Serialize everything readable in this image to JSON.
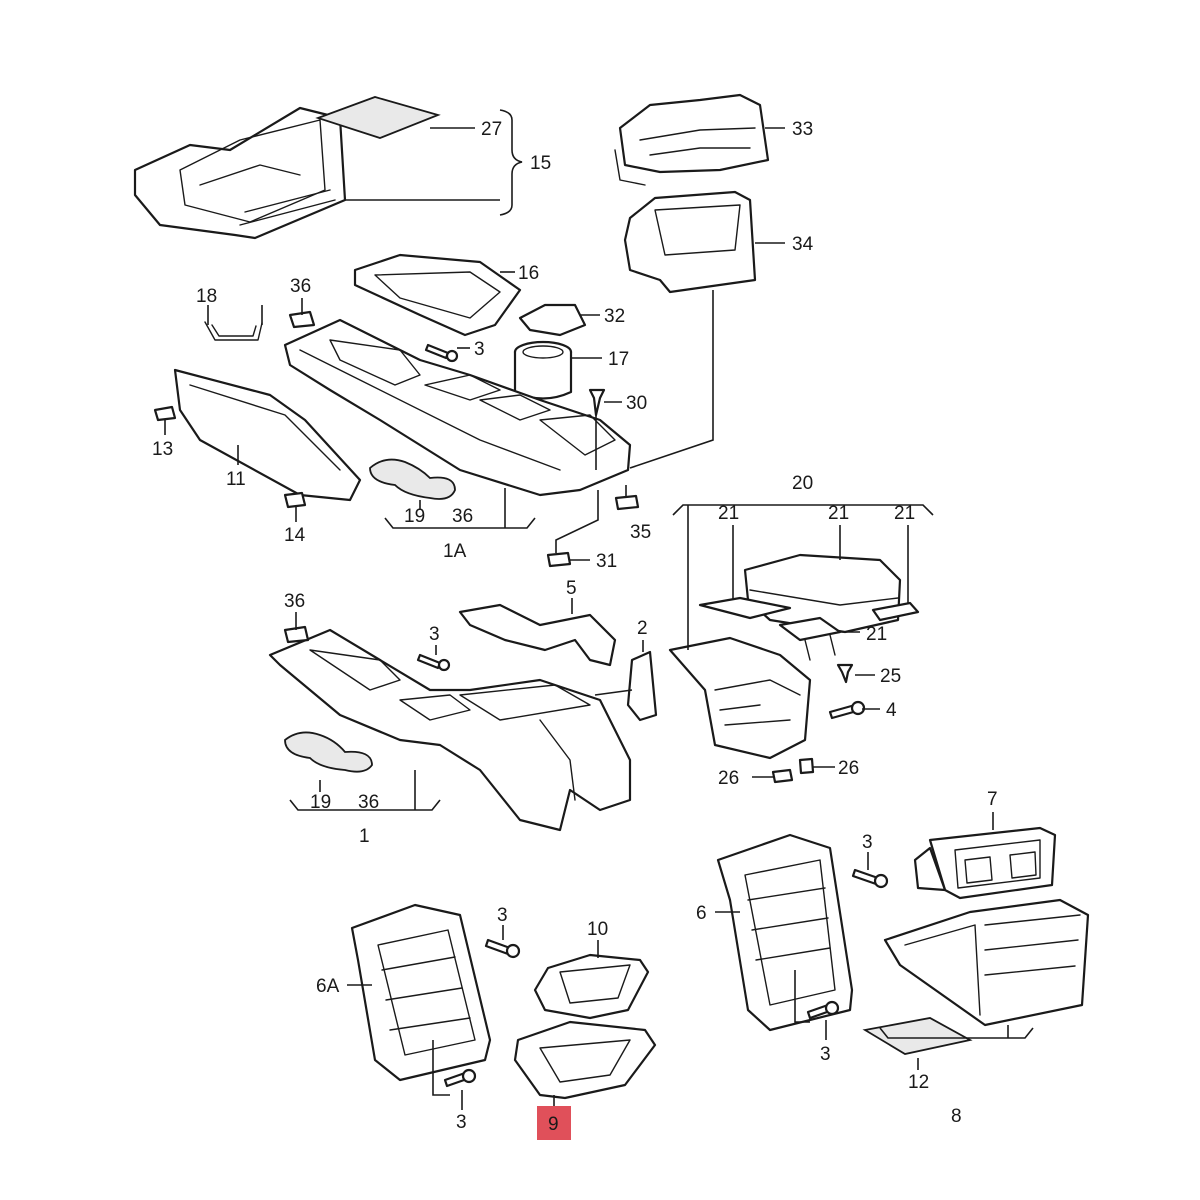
{
  "labels": {
    "p27": "27",
    "p15": "15",
    "p33": "33",
    "p34": "34",
    "p16": "16",
    "p18": "18",
    "p36a": "36",
    "p3a": "3",
    "p32": "32",
    "p17": "17",
    "p30": "30",
    "p13": "13",
    "p11": "11",
    "p19a": "19",
    "p36b": "36",
    "p1A": "1A",
    "p14": "14",
    "p35": "35",
    "p31": "31",
    "p20": "20",
    "p21a": "21",
    "p21b": "21",
    "p21c": "21",
    "p21d": "21",
    "p25": "25",
    "p4": "4",
    "p26a": "26",
    "p26b": "26",
    "p36c": "36",
    "p3b": "3",
    "p5": "5",
    "p2": "2",
    "p19b": "19",
    "p36d": "36",
    "p1": "1",
    "p7": "7",
    "p3c": "3",
    "p6": "6",
    "p3d": "3",
    "p10": "10",
    "p6A": "6A",
    "p3e": "3",
    "p9": "9",
    "p3f": "3",
    "p12": "12",
    "p8": "8"
  },
  "highlight": {
    "label": "9",
    "color": "#e0505a"
  }
}
